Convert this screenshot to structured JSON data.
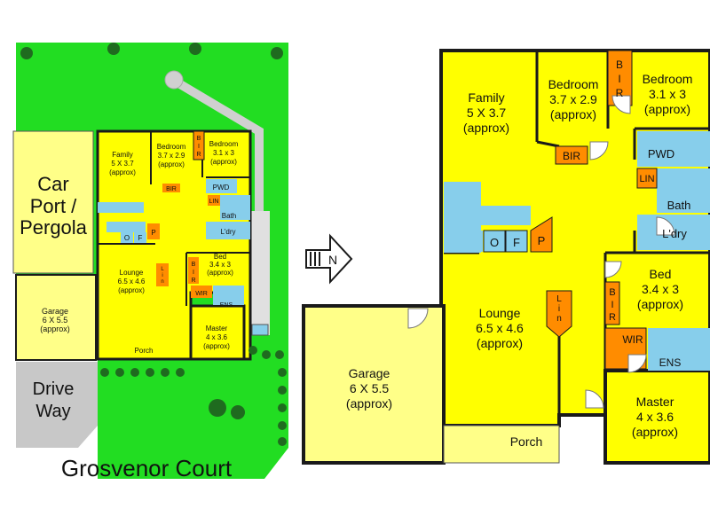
{
  "street_name": "Grosvenor Court",
  "north_label": "N",
  "site": {
    "car_port": [
      "Car",
      "Port /",
      "Pergola"
    ],
    "drive_way": [
      "Drive",
      "Way"
    ],
    "garage": [
      "Garage",
      "6 X 5.5",
      "(approx)"
    ],
    "family": [
      "Family",
      "5 X 3.7",
      "(approx)"
    ],
    "bedroom1": [
      "Bedroom",
      "3.7 x 2.9",
      "(approx)"
    ],
    "bedroom2": [
      "Bedroom",
      "3.1 x 3",
      "(approx)"
    ],
    "lounge": [
      "Lounge",
      "6.5 x 4.6",
      "(approx)"
    ],
    "bed": [
      "Bed",
      "3.4 x 3",
      "(approx)"
    ],
    "master": [
      "Master",
      "4 x 3.6",
      "(approx)"
    ],
    "porch": "Porch",
    "pwd": "PWD",
    "bath": "Bath",
    "ldry": "L'dry",
    "lin": "LIN",
    "ens": "ENS",
    "wir": "WIR",
    "bir": "BIR",
    "bir_v": [
      "B",
      "I",
      "R"
    ],
    "lin_v": [
      "L",
      "i",
      "n"
    ],
    "o": "O",
    "f": "F",
    "p": "P"
  },
  "main": {
    "family": [
      "Family",
      "5 X 3.7",
      "(approx)"
    ],
    "bedroom1": [
      "Bedroom",
      "3.7 x 2.9",
      "(approx)"
    ],
    "bedroom2": [
      "Bedroom",
      "3.1 x 3",
      "(approx)"
    ],
    "garage": [
      "Garage",
      "6 X 5.5",
      "(approx)"
    ],
    "lounge": [
      "Lounge",
      "6.5 x 4.6",
      "(approx)"
    ],
    "bed": [
      "Bed",
      "3.4 x 3",
      "(approx)"
    ],
    "master": [
      "Master",
      "4 x 3.6",
      "(approx)"
    ],
    "porch": "Porch",
    "pwd": "PWD",
    "bath": "Bath",
    "ldry": "L'dry",
    "lin": "LIN",
    "ens": "ENS",
    "wir": "WIR",
    "bir": "BIR",
    "bir_v": [
      "B",
      "I",
      "R"
    ],
    "lin_v": [
      "L",
      "i",
      "n"
    ],
    "o": "O",
    "f": "F",
    "p": "P"
  },
  "colors": {
    "room": "#ffff00",
    "garage": "#ffff88",
    "grass": "#22dd22",
    "wet_area": "#87ceeb",
    "storage": "#ff8c00",
    "driveway": "#c8c8c8",
    "path": "#d0d0d0",
    "wall": "#1a1a1a"
  }
}
